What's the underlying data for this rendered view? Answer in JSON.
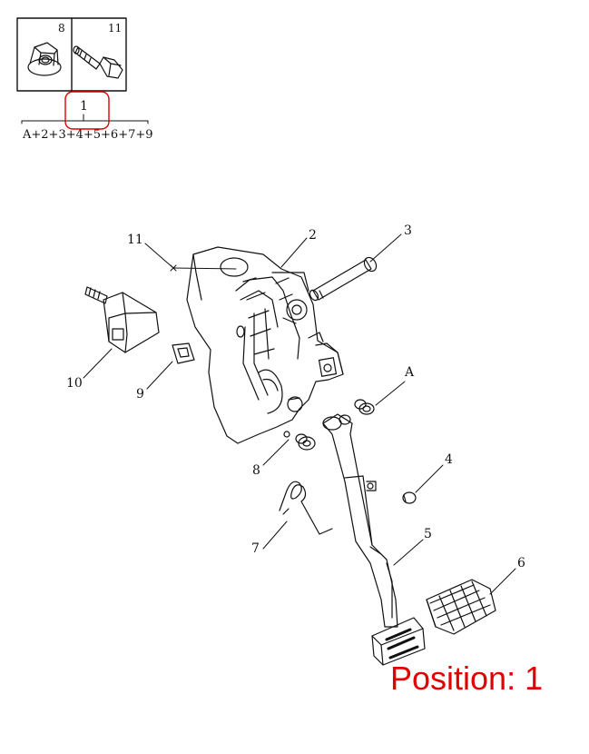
{
  "legend": {
    "cells": [
      {
        "number": "8",
        "icon": "flange-nut-icon"
      },
      {
        "number": "11",
        "icon": "flange-bolt-icon"
      }
    ],
    "assembly_number": "1",
    "composition": "A+2+3+4+5+6+7+9"
  },
  "callouts": [
    "11",
    "2",
    "3",
    "10",
    "9",
    "A",
    "8",
    "4",
    "7",
    "5",
    "6"
  ],
  "position_text": "Position: 1",
  "highlight_color": "#e00000"
}
